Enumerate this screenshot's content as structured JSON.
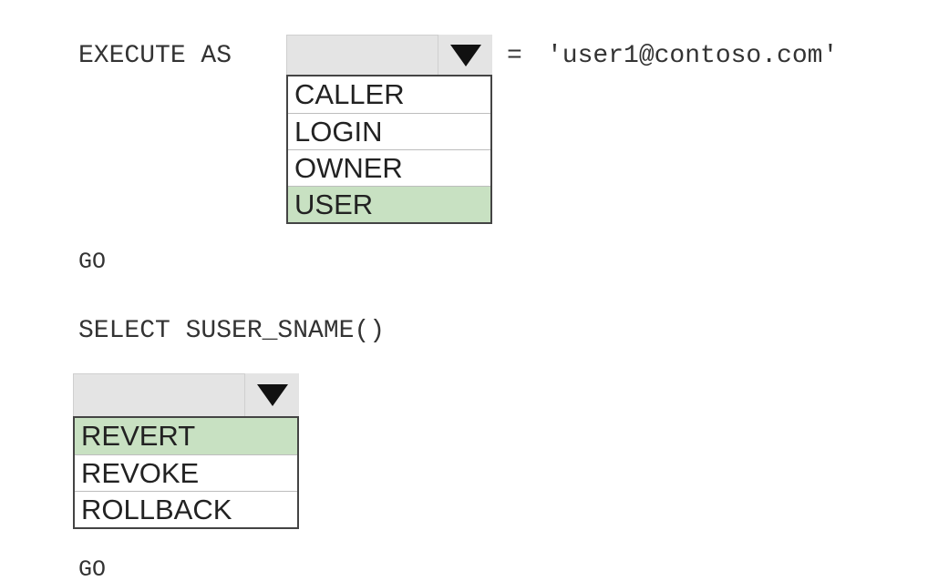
{
  "line1": {
    "keyword": "EXECUTE AS",
    "equals": "=",
    "value": "'user1@contoso.com'"
  },
  "dropdown1": {
    "options": [
      "CALLER",
      "LOGIN",
      "OWNER",
      "USER"
    ],
    "selected": "USER"
  },
  "go1": "GO",
  "select_line": "SELECT SUSER_SNAME()",
  "dropdown2": {
    "options": [
      "REVERT",
      "REVOKE",
      "ROLLBACK"
    ],
    "selected": "REVERT"
  },
  "go2": "GO",
  "colors": {
    "selected_bg": "#c8e1c2",
    "head_bg": "#e4e4e4",
    "border": "#444444"
  },
  "icons": {
    "arrow": "triangle-down-icon"
  }
}
